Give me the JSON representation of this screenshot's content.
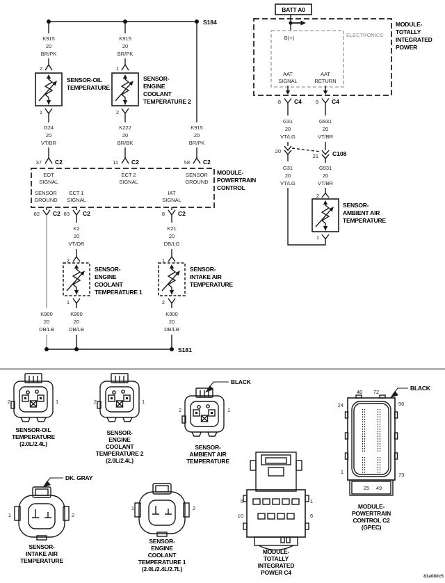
{
  "diagram_id": "81a080c5",
  "colors": {
    "line": "#1a1a1a",
    "gray_wire": "#999999",
    "gray_text": "#8a8a8a",
    "divider": "#b3b3b3"
  },
  "schematic": {
    "splice_top": "S184",
    "splice_bottom": "S181",
    "battery": "BATT A0",
    "tipm": {
      "name": [
        "MODULE-",
        "TOTALLY",
        "INTEGRATED",
        "POWER"
      ],
      "electronics": "ELECTRONICS",
      "b_plus": "B(+)",
      "aat_signal": [
        "AAT",
        "SIGNAL"
      ],
      "aat_return": [
        "AAT",
        "RETURN"
      ],
      "pins": {
        "signal": "8",
        "return": "9",
        "connector": "C4"
      }
    },
    "pcm": {
      "name": [
        "MODULE-",
        "POWERTRAIN",
        "CONTROL"
      ],
      "top_pins": [
        {
          "pin": "37",
          "conn": "C2",
          "fn": [
            "EOT",
            "SIGNAL"
          ]
        },
        {
          "pin": "11",
          "conn": "C2",
          "fn": [
            "ECT 2",
            "SIGNAL"
          ]
        },
        {
          "pin": "58",
          "conn": "C2",
          "fn": [
            "SENSOR",
            "GROUND"
          ]
        }
      ],
      "bottom_pins": [
        {
          "pin": "82",
          "conn": "C2",
          "fn": [
            "SENSOR",
            "GROUND"
          ]
        },
        {
          "pin": "83",
          "conn": "C2",
          "fn": [
            "ECT 1",
            "SIGNAL"
          ]
        },
        {
          "pin": "8",
          "conn": "C2",
          "fn": [
            "IAT",
            "SIGNAL"
          ]
        }
      ]
    },
    "c108": {
      "name": "C108",
      "left_pin": "20",
      "right_pin": "21"
    },
    "wires": {
      "k915_oil": [
        "K915",
        "20",
        "BR/PK"
      ],
      "k915_ect2": [
        "K915",
        "20",
        "BR/PK"
      ],
      "k915_gnd": [
        "K915",
        "20",
        "BR/PK"
      ],
      "g24": [
        "G24",
        "20",
        "VT/BR"
      ],
      "k222": [
        "K222",
        "20",
        "BR/BK"
      ],
      "k2": [
        "K2",
        "20",
        "VT/OR"
      ],
      "k21": [
        "K21",
        "20",
        "DB/LG"
      ],
      "k900_a": [
        "K900",
        "20",
        "DB/LB"
      ],
      "k900_b": [
        "K900",
        "20",
        "DB/LB"
      ],
      "k900_c": [
        "K900",
        "20",
        "DB/LB"
      ],
      "g31_upper": [
        "G31",
        "20",
        "VT/LG"
      ],
      "g931_upper": [
        "G931",
        "20",
        "VT/BR"
      ],
      "g31_lower": [
        "G31",
        "20",
        "VT/LG"
      ],
      "g931_lower": [
        "G931",
        "20",
        "VT/BR"
      ]
    },
    "sensors": {
      "oil": {
        "name": [
          "SENSOR-OIL",
          "TEMPERATURE"
        ],
        "pin_top": "2",
        "pin_bottom": "1"
      },
      "ect2": {
        "name": [
          "SENSOR-",
          "ENGINE",
          "COOLANT",
          "TEMPERATURE 2"
        ],
        "pin_top": "1",
        "pin_bottom": "2"
      },
      "ect1": {
        "name": [
          "SENSOR-",
          "ENGINE",
          "COOLANT",
          "TEMPERATURE 1"
        ],
        "pin_top": "2",
        "pin_bottom": "1"
      },
      "iat": {
        "name": [
          "SENSOR-",
          "INTAKE AIR",
          "TEMPERATURE"
        ],
        "pin_top": "1",
        "pin_bottom": "2"
      },
      "aat": {
        "name": [
          "SENSOR-",
          "AMBIENT AIR",
          "TEMPERATURE"
        ],
        "pin_top": "2",
        "pin_bottom": "1"
      }
    }
  },
  "connectors": {
    "oil": {
      "name": [
        "SENSOR-OIL",
        "TEMPERATURE",
        "(2.0L/2.4L)"
      ],
      "pin_left": "2",
      "pin_right": "1"
    },
    "ect2": {
      "name": [
        "SENSOR-",
        "ENGINE",
        "COOLANT",
        "TEMPERATURE 2",
        "(2.0L/2.4L)"
      ],
      "pin_left": "2",
      "pin_right": "1"
    },
    "aat": {
      "name": [
        "SENSOR-",
        "AMBIENT AIR",
        "TEMPERATURE"
      ],
      "color": "BLACK",
      "pin_left": "2",
      "pin_right": "1"
    },
    "iat": {
      "name": [
        "SENSOR-",
        "INTAKE AIR",
        "TEMPERATURE"
      ],
      "color": "DK. GRAY",
      "pin_left": "1",
      "pin_right": "2"
    },
    "ect1": {
      "name": [
        "SENSOR-",
        "ENGINE",
        "COOLANT",
        "TEMPERATURE 1",
        "(2.0L/2.4L/2.7L)"
      ],
      "pin_left": "1",
      "pin_right": "2"
    },
    "tipm_c4": {
      "name": [
        "MODULE-",
        "TOTALLY",
        "INTEGRATED",
        "POWER C4"
      ],
      "pin_tl": "5",
      "pin_tr": "1",
      "pin_bl": "10",
      "pin_br": "6"
    },
    "pcm_c2": {
      "name": [
        "MODULE-",
        "POWERTRAIN",
        "CONTROL C2",
        "(GPEC)"
      ],
      "color": "BLACK",
      "pins": {
        "top_left": "48",
        "top_right": "72",
        "left_top": "24",
        "right_top": "96",
        "left_bottom": "1",
        "right_bottom": "73",
        "bottom_left": "25",
        "bottom_right": "49"
      }
    }
  }
}
